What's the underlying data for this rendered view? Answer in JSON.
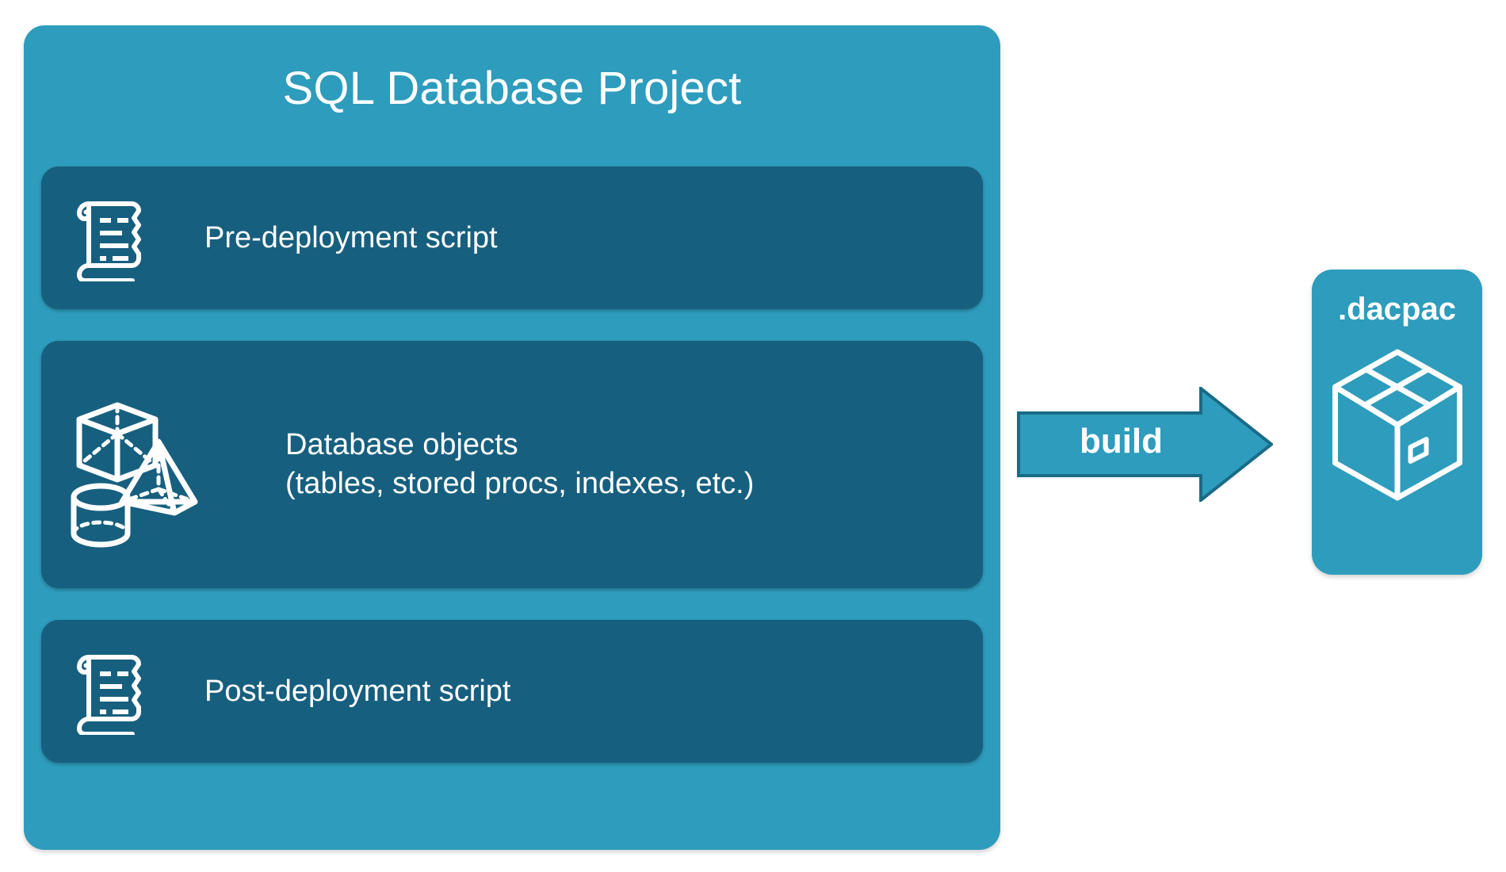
{
  "diagram": {
    "title": "SQL Database Project",
    "background_color": "#FFFFFF",
    "outer_box_color": "#2E9CBC",
    "inner_card_color": "#175F7F",
    "text_color": "#FFFFFF",
    "cards": [
      {
        "id": "pre-deployment",
        "label": "Pre-deployment script",
        "icon": "scroll-icon"
      },
      {
        "id": "database-objects",
        "label": "Database objects\n(tables, stored procs, indexes, etc.)",
        "line1": "Database objects",
        "line2": "(tables, stored procs, indexes, etc.)",
        "icon": "shapes-icon"
      },
      {
        "id": "post-deployment",
        "label": "Post-deployment script",
        "icon": "scroll-icon"
      }
    ],
    "arrow": {
      "label": "build",
      "direction": "right",
      "fill_color": "#2E9CBC",
      "stroke_color": "#1A6B86"
    },
    "output": {
      "title": ".dacpac",
      "icon": "package-box-icon",
      "box_color": "#2E9CBC"
    }
  }
}
